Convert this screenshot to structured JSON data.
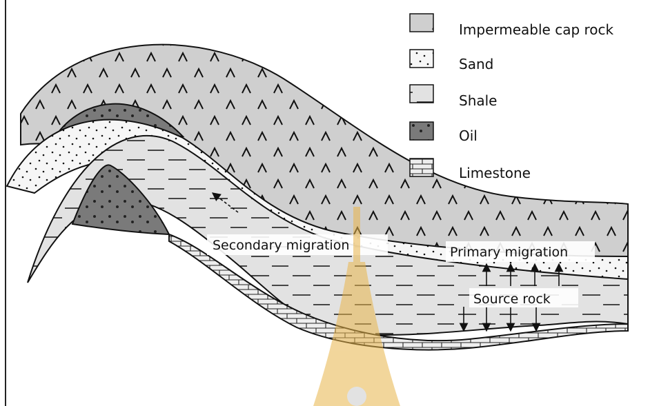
{
  "legend": {
    "items": [
      {
        "key": "cap",
        "label": "Impermeable cap rock"
      },
      {
        "key": "sand",
        "label": "Sand"
      },
      {
        "key": "shale",
        "label": "Shale"
      },
      {
        "key": "oil",
        "label": "Oil"
      },
      {
        "key": "limestone",
        "label": "Limestone"
      }
    ]
  },
  "annotations": {
    "secondary": "Secondary migration",
    "primary": "Primary migration",
    "source": "Source rock"
  },
  "colors": {
    "cap_fill": "#cfcfcf",
    "sand_fill": "#f6f6f6",
    "shale_fill": "#e2e2e2",
    "oil_fill": "#7a7a7a",
    "limestone_fill": "#eeeeee",
    "watermark": "#e9b54a"
  }
}
